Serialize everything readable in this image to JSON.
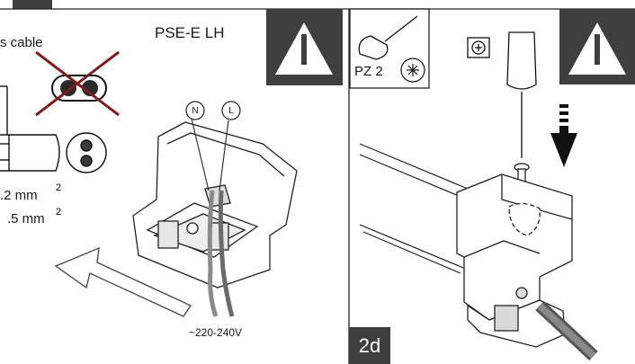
{
  "left_panel": {
    "cable_label": "s cable",
    "product_label": "PSE-E LH",
    "wire_section_1": ".2 mm",
    "wire_section_1_sup": "2",
    "wire_section_2": ".5 mm",
    "wire_section_2_sup": "2",
    "voltage_label": "~220-240V",
    "neutral_marker": "N",
    "live_marker": "L"
  },
  "right_panel": {
    "tool_label": "PZ 2",
    "step_label": "2d"
  },
  "colors": {
    "warning_box": "#3f3f3f",
    "cross_red": "#7a1e1e",
    "line": "#1a1a1a"
  },
  "icons": [
    "warning-triangle-icon",
    "screwdriver-icon",
    "pozidriv-bit-icon",
    "down-arrow-icon",
    "screw-icon"
  ]
}
